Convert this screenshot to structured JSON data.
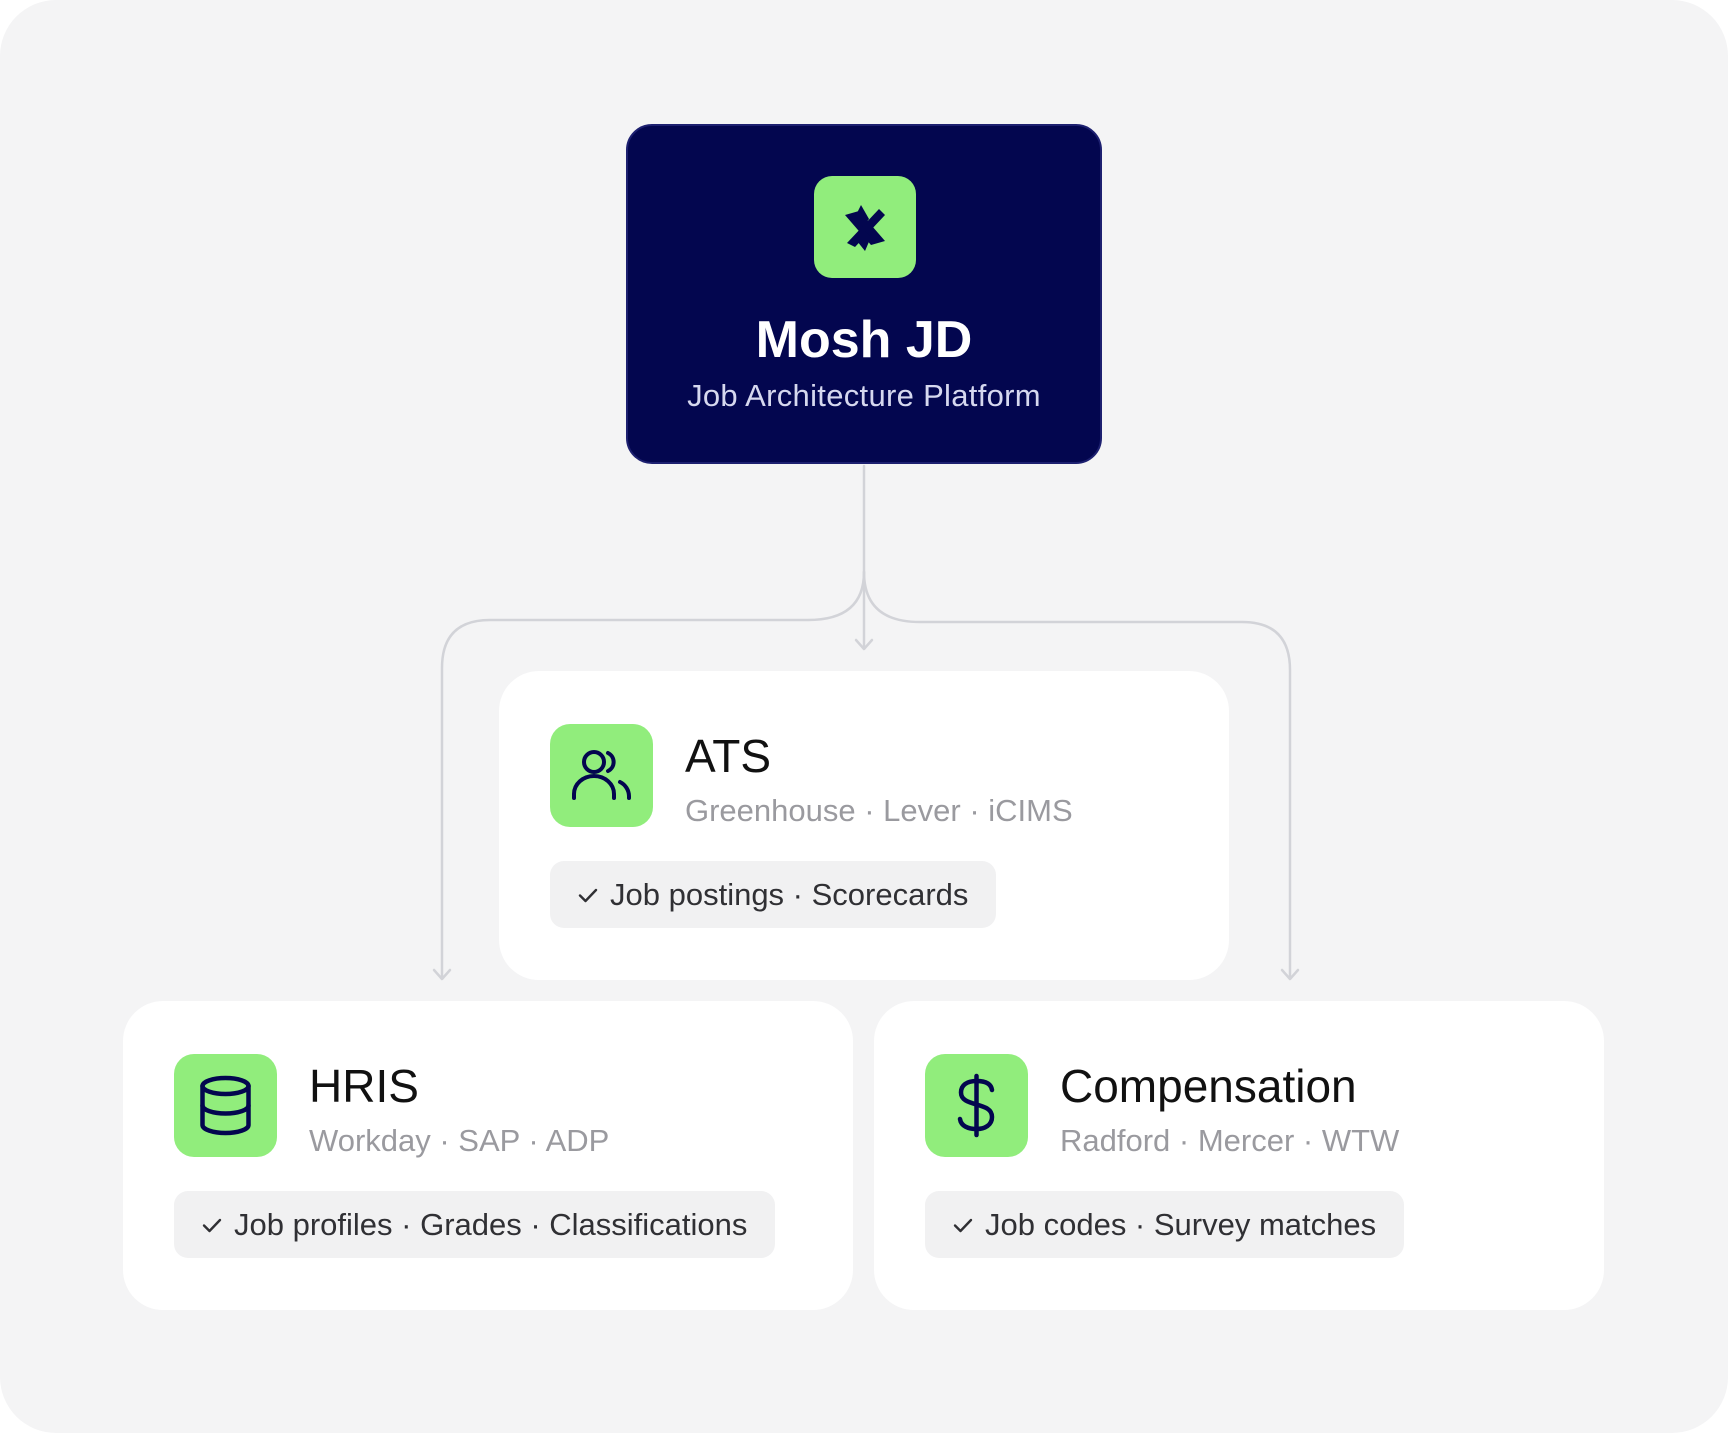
{
  "hub": {
    "title": "Mosh JD",
    "subtitle": "Job Architecture Platform",
    "logo_icon": "mosh-x-logo-icon"
  },
  "integrations": [
    {
      "id": "ats",
      "title": "ATS",
      "icon": "users-icon",
      "vendors": "Greenhouse · Lever · iCIMS",
      "syncs": "Job postings · Scorecards"
    },
    {
      "id": "hris",
      "title": "HRIS",
      "icon": "database-icon",
      "vendors": "Workday · SAP · ADP",
      "syncs": "Job profiles · Grades · Classifications"
    },
    {
      "id": "compensation",
      "title": "Compensation",
      "icon": "dollar-icon",
      "vendors": "Radford · Mercer · WTW",
      "syncs": "Job codes · Survey matches"
    }
  ],
  "colors": {
    "hub_bg": "#03064f",
    "accent_green": "#91ed7c",
    "canvas_bg": "#f4f4f5",
    "connector": "#d2d3d8"
  }
}
